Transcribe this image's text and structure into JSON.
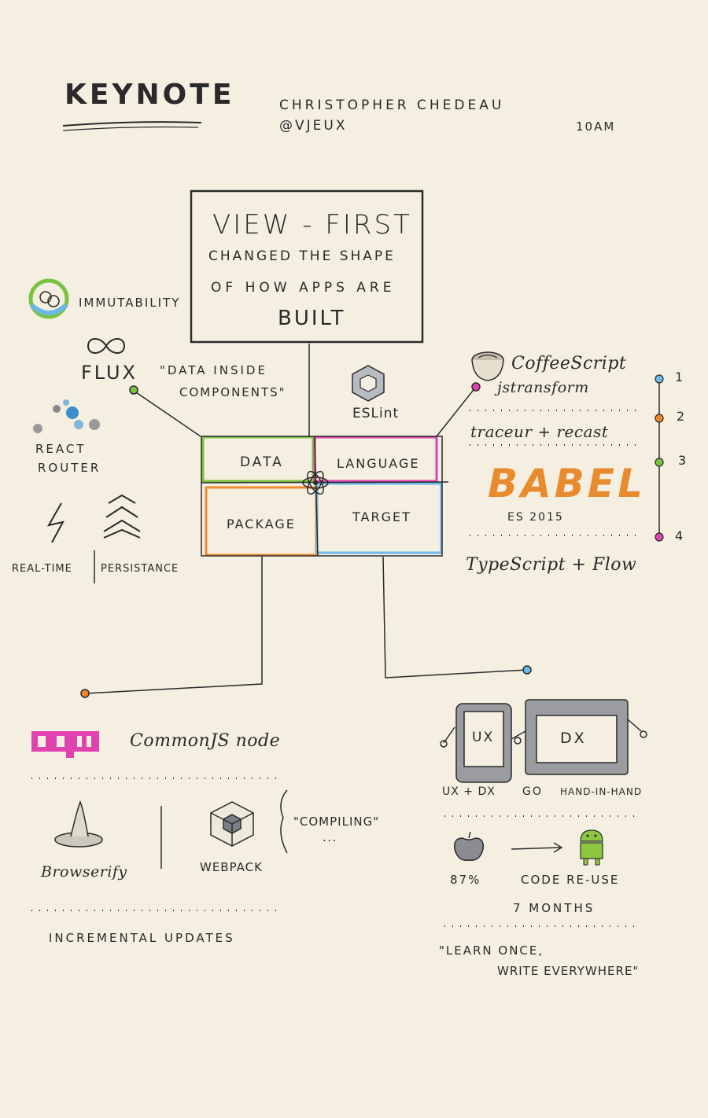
{
  "header": {
    "title": "KEYNOTE",
    "speaker": "CHRISTOPHER CHEDEAU",
    "handle": "@VJEUX",
    "time": "10AM"
  },
  "headline_box": {
    "line1": "VIEW - FIRST",
    "line2": "CHANGED THE SHAPE",
    "line3": "OF HOW APPS ARE",
    "line4": "BUILT"
  },
  "quadrants": {
    "data": "DATA",
    "language": "LANGUAGE",
    "package": "PACKAGE",
    "target": "TARGET"
  },
  "data_section": {
    "immutability": "IMMUTABILITY",
    "flux": "FLUX",
    "quote": "\"DATA INSIDE",
    "quote2": "COMPONENTS\"",
    "react_router_1": "REACT",
    "react_router_2": "ROUTER",
    "realtime": "REAL-TIME",
    "persistance": "PERSISTANCE"
  },
  "language_section": {
    "eslint": "ESLint",
    "coffeescript": "CoffeeScript",
    "jstransform": "jstransform",
    "traceur": "traceur + recast",
    "babel": "BABEL",
    "es2015": "ES 2015",
    "typescript": "TypeScript + Flow",
    "timeline": [
      "1",
      "2",
      "3",
      "4"
    ]
  },
  "package_section": {
    "npm": "npm",
    "commonjs": "CommonJS node",
    "browserify": "Browserify",
    "webpack": "WEBPACK",
    "compiling": "\"COMPILING\"",
    "ellipsis": "...",
    "incremental": "INCREMENTAL UPDATES"
  },
  "target_section": {
    "ux": "UX",
    "dx": "DX",
    "ux_dx": "UX + DX",
    "go": "GO",
    "hand": "HAND-IN-HAND",
    "percent": "87%",
    "reuse": "CODE RE-USE",
    "months": "7 MONTHS",
    "quote1": "\"LEARN ONCE,",
    "quote2": "WRITE EVERYWHERE\""
  },
  "colors": {
    "paper": "#f4efe1",
    "ink": "#2a2a2a",
    "green": "#7cc142",
    "magenta": "#e043b0",
    "orange": "#f0892b",
    "blue": "#69b8e8",
    "babel_orange": "#e88a2e"
  }
}
